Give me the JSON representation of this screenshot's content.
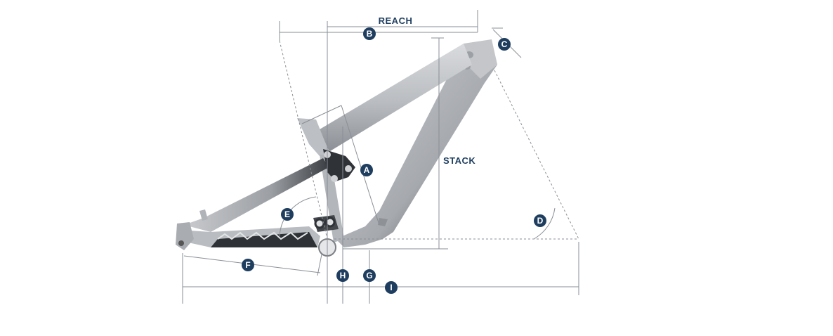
{
  "labels": {
    "reach": "REACH",
    "stack": "STACK"
  },
  "badges": {
    "a": "A",
    "b": "B",
    "c": "C",
    "d": "D",
    "e": "E",
    "f": "F",
    "g": "G",
    "h": "H",
    "i": "I"
  },
  "colors": {
    "badge": "#1f3e5f",
    "frame_light": "#c7c9cc",
    "frame_dark": "#3a3d41",
    "dimension_line": "#8a8f95"
  }
}
